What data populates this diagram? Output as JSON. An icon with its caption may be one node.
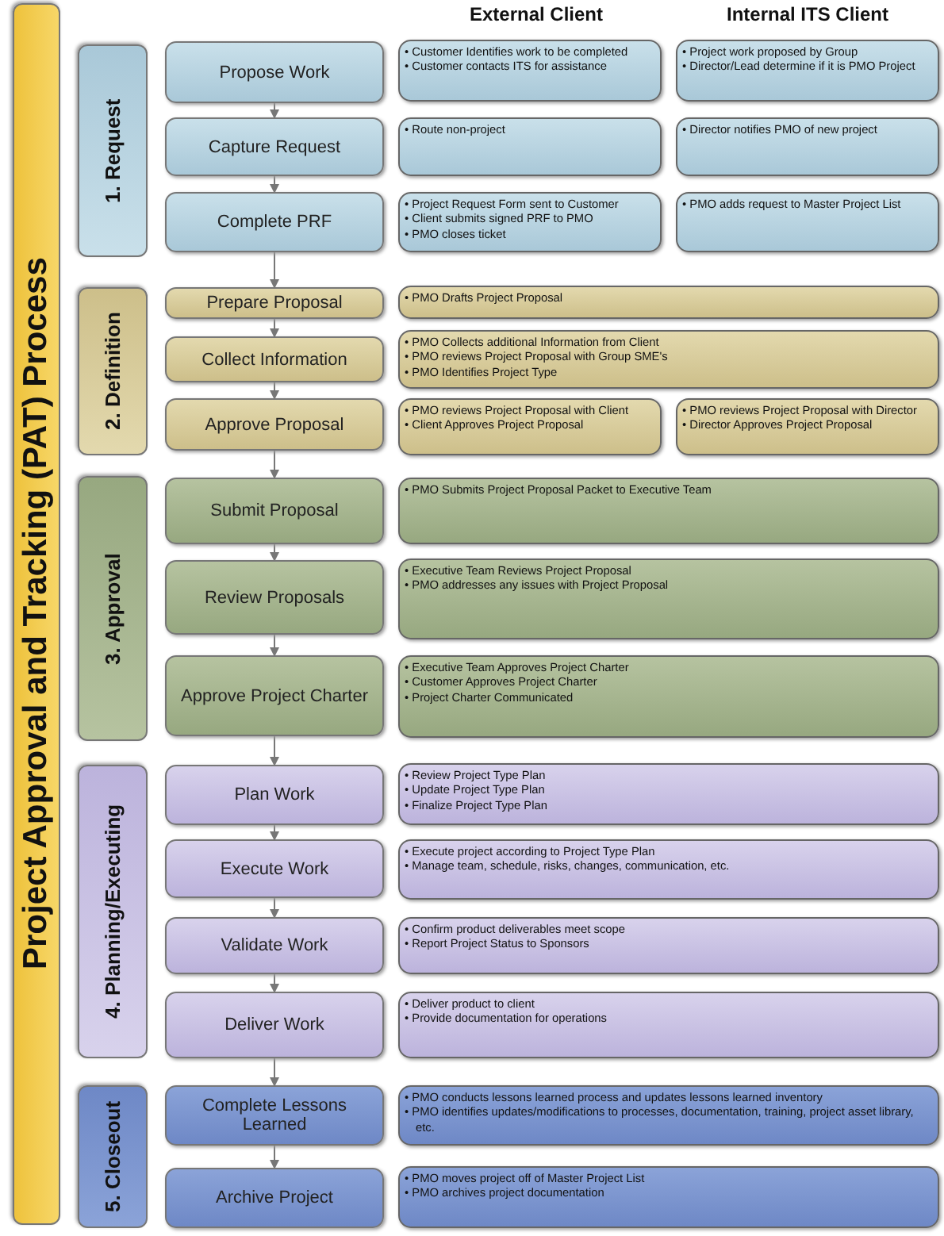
{
  "diagram": {
    "title": "Project Approval and Tracking (PAT) Process",
    "nodes": [
      {
        "text": [
          "1. Request"
        ]
      },
      {
        "text": [
          "Propose Work"
        ]
      },
      {
        "text": [
          "• Customer Identifies work to be completed",
          "• Customer contacts ITS for assistance"
        ]
      },
      {
        "text": [
          "• Project work proposed by Group",
          "• Director/Lead determine if it is PMO Project"
        ]
      },
      {
        "text": [
          "Capture Request"
        ]
      },
      {
        "text": [
          "• Route non-project"
        ]
      },
      {
        "text": [
          "• Director notifies PMO of new project"
        ]
      },
      {
        "text": [
          "Complete PRF"
        ]
      },
      {
        "text": [
          "• Project Request Form sent to Customer",
          "• Client submits signed PRF to PMO",
          "• PMO closes ticket"
        ]
      },
      {
        "text": [
          "• PMO adds request to Master Project List"
        ]
      },
      {
        "text": [
          "2. Definition"
        ]
      },
      {
        "text": [
          "Prepare Proposal"
        ]
      },
      {
        "text": [
          "• PMO Drafts Project Proposal"
        ]
      },
      {
        "text": [
          "Collect Information"
        ]
      },
      {
        "text": [
          "• PMO Collects additional Information from Client",
          "• PMO reviews Project Proposal with Group SME's",
          "• PMO Identifies Project Type"
        ]
      },
      {
        "text": [
          "Approve Proposal"
        ]
      },
      {
        "text": [
          "• PMO reviews Project Proposal with Client",
          "• Client Approves Project Proposal"
        ]
      },
      {
        "text": [
          "• PMO reviews Project Proposal with Director",
          "• Director Approves Project Proposal"
        ]
      },
      {
        "text": [
          "3. Approval"
        ]
      },
      {
        "text": [
          "Submit Proposal"
        ]
      },
      {
        "text": [
          "• PMO Submits Project Proposal Packet to Executive Team"
        ]
      },
      {
        "text": [
          "Review Proposals"
        ]
      },
      {
        "text": [
          "• Executive Team Reviews Project Proposal",
          "• PMO addresses any issues with Project Proposal"
        ]
      },
      {
        "text": [
          "Approve Project Charter"
        ]
      },
      {
        "text": [
          "• Executive Team Approves Project Charter",
          "• Customer Approves Project Charter",
          "• Project Charter Communicated"
        ]
      },
      {
        "text": [
          "4. Planning/Executing"
        ]
      },
      {
        "text": [
          "Plan Work"
        ]
      },
      {
        "text": [
          "• Review Project Type Plan",
          "• Update Project Type Plan",
          "• Finalize Project Type Plan"
        ]
      },
      {
        "text": [
          "Execute Work"
        ]
      },
      {
        "text": [
          "• Execute project according to Project Type Plan",
          "• Manage team, schedule, risks, changes, communication, etc."
        ]
      },
      {
        "text": [
          "Validate Work"
        ]
      },
      {
        "text": [
          "• Confirm product deliverables meet scope",
          "• Report Project Status to Sponsors"
        ]
      },
      {
        "text": [
          "Deliver Work"
        ]
      },
      {
        "text": [
          "• Deliver product to client",
          "• Provide documentation for operations"
        ]
      },
      {
        "text": [
          "5. Closeout"
        ]
      },
      {
        "text": [
          "Complete Lessons Learned"
        ]
      },
      {
        "text": [
          "• PMO conducts lessons learned process and updates lessons learned inventory",
          "• PMO identifies updates/modifications to processes, documentation, training, project asset library, etc."
        ]
      },
      {
        "text": [
          "Archive Project"
        ]
      },
      {
        "text": [
          "• PMO moves project off of Master Project List",
          "• PMO archives project documentation"
        ]
      }
    ],
    "edges": [
      {
        "from": 1,
        "to": 4,
        "arrow": "to"
      },
      {
        "from": 4,
        "to": 7,
        "arrow": "to"
      },
      {
        "from": 7,
        "to": 11,
        "arrow": "to"
      },
      {
        "from": 11,
        "to": 13,
        "arrow": "to"
      },
      {
        "from": 13,
        "to": 15,
        "arrow": "to"
      },
      {
        "from": 15,
        "to": 19,
        "arrow": "to"
      },
      {
        "from": 19,
        "to": 21,
        "arrow": "to"
      },
      {
        "from": 21,
        "to": 23,
        "arrow": "to"
      },
      {
        "from": 23,
        "to": 26,
        "arrow": "to"
      },
      {
        "from": 26,
        "to": 28,
        "arrow": "to"
      },
      {
        "from": 28,
        "to": 30,
        "arrow": "to"
      },
      {
        "from": 30,
        "to": 32,
        "arrow": "to"
      },
      {
        "from": 32,
        "to": 35,
        "arrow": "to"
      },
      {
        "from": 35,
        "to": 37,
        "arrow": "to"
      }
    ],
    "labels": [
      "External Client",
      "Internal ITS Client"
    ]
  }
}
